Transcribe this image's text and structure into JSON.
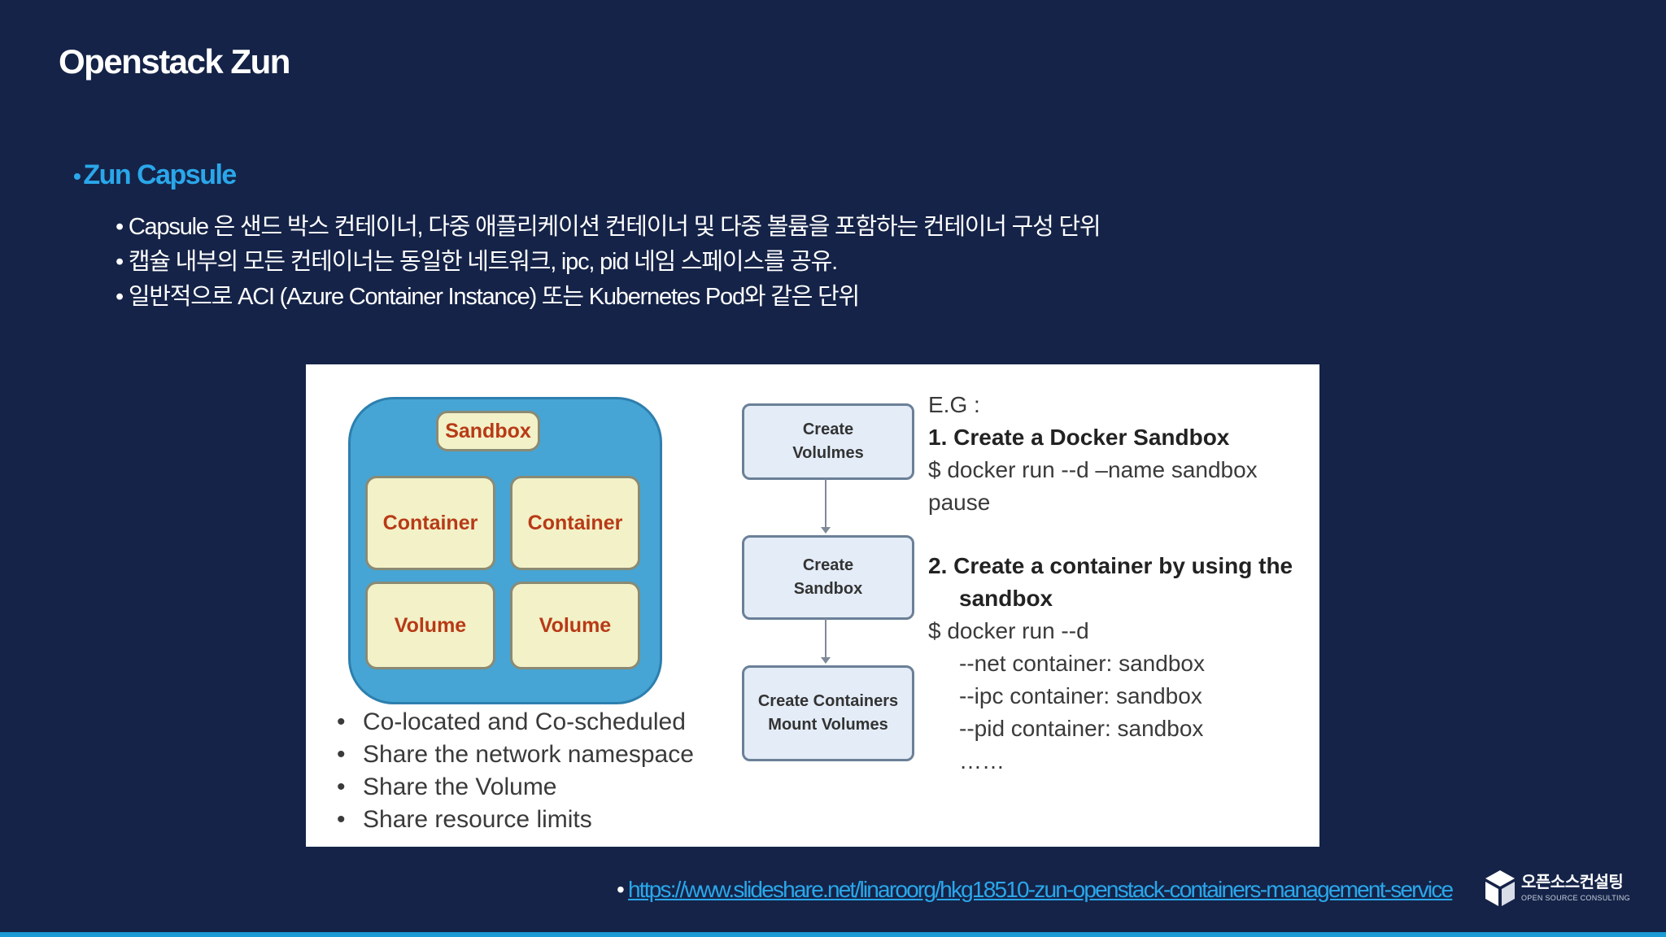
{
  "title": "Openstack Zun",
  "section": {
    "heading": "Zun Capsule",
    "bullets": [
      "Capsule 은 샌드 박스 컨테이너, 다중 애플리케이션 컨테이너 및 다중 볼륨을 포함하는 컨테이너 구성 단위",
      "캡슐 내부의 모든 컨테이너는 동일한 네트워크, ipc, pid 네임 스페이스를 공유.",
      "일반적으로 ACI (Azure Container Instance) 또는 Kubernetes Pod와 같은 단위"
    ]
  },
  "figure": {
    "capsule": {
      "sandbox": "Sandbox",
      "containers": [
        "Container",
        "Container"
      ],
      "volumes": [
        "Volume",
        "Volume"
      ]
    },
    "features": [
      "Co-located and Co-scheduled",
      "Share the network namespace",
      "Share the Volume",
      "Share resource limits"
    ],
    "flow": [
      {
        "line1": "Create",
        "line2": "Volulmes"
      },
      {
        "line1": "Create",
        "line2": "Sandbox"
      },
      {
        "line1": "Create Containers",
        "line2": "Mount Volumes"
      }
    ],
    "example": {
      "label": "E.G :",
      "step1_title": "1.  Create a Docker Sandbox",
      "step1_cmd": "$ docker run --d –name sandbox",
      "step1_cmd_cont": "pause",
      "step2_title": "2.  Create a container by using the",
      "step2_title_cont": "sandbox",
      "step2_cmd": "$  docker run --d",
      "step2_opts": [
        "--net container: sandbox",
        "--ipc container: sandbox",
        "--pid container: sandbox"
      ],
      "ellipsis": "……"
    }
  },
  "reference": {
    "bullet": "•",
    "url": "https://www.slideshare.net/linaroorg/hkg18510-zun-openstack-containers-management-service"
  },
  "logo": {
    "name": "오픈소스컨설팅",
    "subtitle": "OPEN SOURCE CONSULTING"
  },
  "colors": {
    "background": "#152348",
    "accent": "#2aa7ea",
    "capsule_fill": "#46a5d4",
    "box_fill": "#f2f1c8",
    "box_text": "#b83a16"
  }
}
